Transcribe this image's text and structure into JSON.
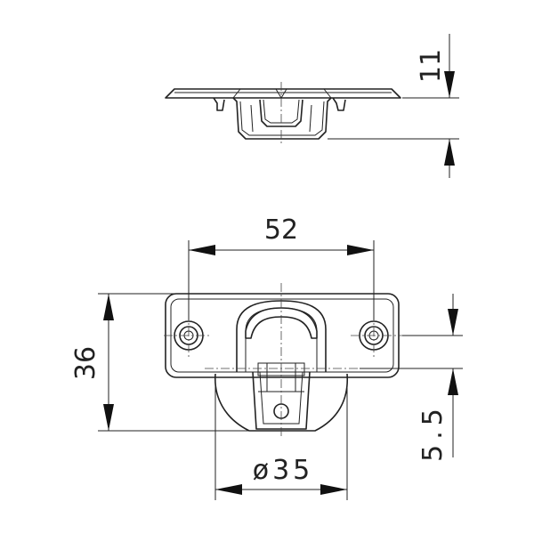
{
  "dimensions": {
    "height_top": "11",
    "width_holes": "52",
    "height_plate": "36",
    "offset": "5.5",
    "cup_diameter": "ø35"
  },
  "colors": {
    "line": "#222222",
    "background": "#ffffff"
  }
}
